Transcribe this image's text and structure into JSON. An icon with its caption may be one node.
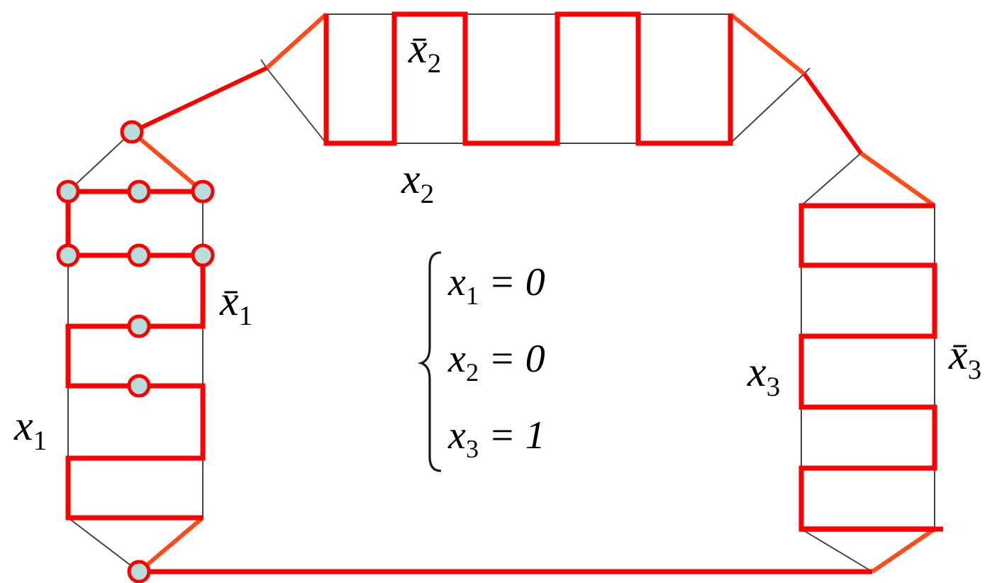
{
  "diagram": {
    "labels": [
      "x̄$_{2}$",
      "x$_{2}$",
      "x̄$_{1}$",
      "x$_{1}$ = 0",
      "x$_{2}$ = 0",
      "x$_{3}$",
      "x̄$_{3}$",
      "x$_{1}$",
      "x$_{3}$ = 1"
    ]
  }
}
